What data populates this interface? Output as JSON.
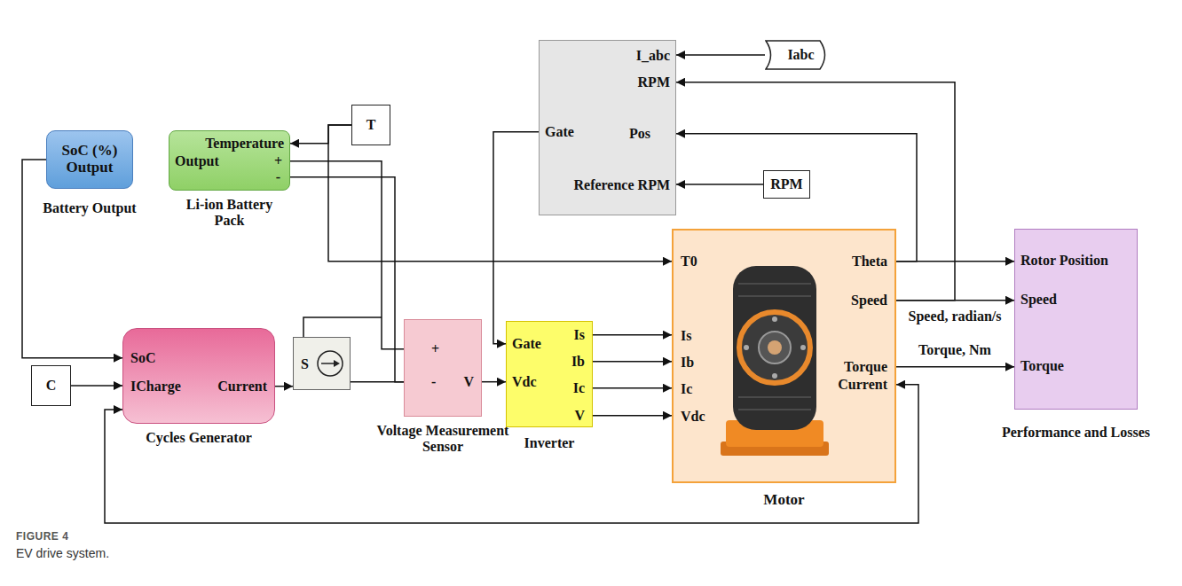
{
  "diagram": {
    "caption": "EV drive system.",
    "nodes": [
      {
        "text": [
          "I_abc",
          "RPM",
          "Gate",
          "Pos",
          "Reference RPM"
        ]
      },
      {
        "text": [
          "Iabc"
        ]
      },
      {
        "text": [
          "T"
        ]
      },
      {
        "text": [
          "SoC (%) Output",
          "Battery Output"
        ]
      },
      {
        "text": [
          "Temperature",
          "Output",
          "+",
          "-",
          "Li-ion Battery Pack"
        ]
      },
      {
        "text": [
          "RPM"
        ]
      },
      {
        "text": [
          "T0",
          "Theta",
          "Speed",
          "Is",
          "Ib",
          "Ic",
          "Vdc",
          "Torque",
          "Current",
          "Motor"
        ]
      },
      {
        "text": [
          "Rotor Position",
          "Speed",
          "Torque",
          "Performance and Losses"
        ]
      },
      {
        "text": [
          "C"
        ]
      },
      {
        "text": [
          "SoC",
          "ICharge",
          "Current",
          "Cycles Generator"
        ]
      },
      {
        "text": [
          "S"
        ]
      },
      {
        "text": [
          "+",
          "-",
          "V",
          "Voltage Measurement Sensor"
        ]
      },
      {
        "text": [
          "Gate",
          "Is",
          "Ib",
          "Ic",
          "Vdc",
          "V",
          "Inverter"
        ]
      }
    ],
    "edges": [
      {
        "from": 3,
        "to": 9,
        "arrow": "to"
      },
      {
        "from": 2,
        "to": 4,
        "arrow": "to"
      },
      {
        "from": 2,
        "to": 6,
        "arrow": "to"
      },
      {
        "from": 1,
        "to": 0,
        "arrow": "to"
      },
      {
        "from": 5,
        "to": 0,
        "arrow": "to"
      },
      {
        "from": 6,
        "to": 0,
        "arrow": "to"
      },
      {
        "from": 6,
        "to": 0,
        "arrow": "to"
      },
      {
        "from": 0,
        "to": 12,
        "arrow": "to"
      },
      {
        "from": 6,
        "to": 7,
        "arrow": "to"
      },
      {
        "from": 6,
        "to": 7,
        "label": "Speed, radian/s",
        "arrow": "to"
      },
      {
        "from": 6,
        "to": 7,
        "label": "Torque, Nm",
        "arrow": "to"
      },
      {
        "from": 8,
        "to": 9,
        "arrow": "to"
      },
      {
        "from": 9,
        "to": 10,
        "arrow": "to"
      },
      {
        "from": 4,
        "to": 11,
        "arrow": "none"
      },
      {
        "from": 4,
        "to": 11,
        "arrow": "none"
      },
      {
        "from": 10,
        "to": 11,
        "arrow": "none"
      },
      {
        "from": 11,
        "to": 12,
        "arrow": "to"
      },
      {
        "from": 12,
        "to": 6,
        "arrow": "to"
      },
      {
        "from": 12,
        "to": 6,
        "arrow": "to"
      },
      {
        "from": 12,
        "to": 6,
        "arrow": "to"
      },
      {
        "from": 12,
        "to": 6,
        "arrow": "to"
      },
      {
        "from": 9,
        "to": 6,
        "arrow": "both"
      }
    ],
    "labels": [
      "FIGURE 4"
    ]
  }
}
